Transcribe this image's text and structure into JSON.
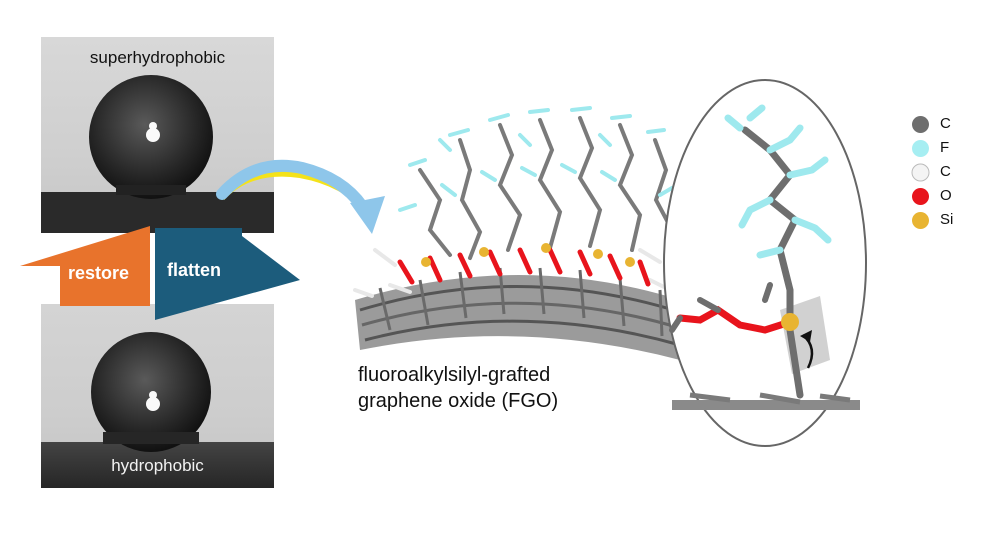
{
  "top_panel": {
    "label": "superhydrophobic"
  },
  "bottom_panel": {
    "label": "hydrophobic"
  },
  "switch_arrows": {
    "restore": {
      "label": "restore",
      "color": "#e8732c"
    },
    "flatten": {
      "label": "flatten",
      "color": "#1c5c7c"
    }
  },
  "curved_arrow": {
    "colors": [
      "#8ec6ea",
      "#f4e21a"
    ]
  },
  "molecule": {
    "label_line1": "fluoroalkylsilyl-grafted",
    "label_line2": "graphene oxide (FGO)"
  },
  "legend": [
    {
      "symbol": "C",
      "color": "#6e6e6e"
    },
    {
      "symbol": "F",
      "color": "#a6eef2"
    },
    {
      "symbol": "C",
      "color": "#f4f4f4"
    },
    {
      "symbol": "O",
      "color": "#e8141c"
    },
    {
      "symbol": "Si",
      "color": "#e8b432"
    }
  ]
}
